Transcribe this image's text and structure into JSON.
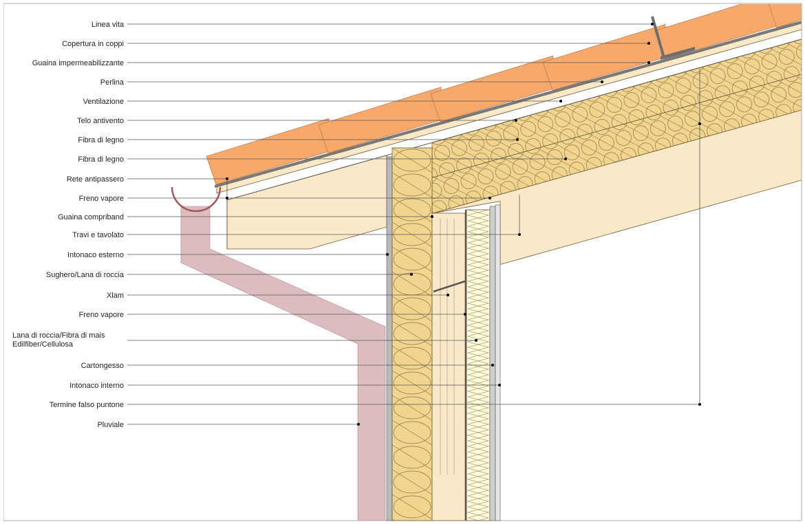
{
  "diagram": {
    "labels": [
      "Linea vita",
      "Copertura in coppi",
      "Guaina impermeabilizzante",
      "Perlina",
      "Ventilazione",
      "Telo antivento",
      "Fibra di legno",
      "Fibra di legno",
      "Rete antipassero",
      "Freno vapore",
      "Guaina compriband",
      "Travi e tavolato",
      "Intonaco esterno",
      "Sughero/Lana di roccia",
      "Xlam",
      "Freno vapore",
      "Lana di roccia/Fibra di mais",
      "Cartongesso",
      "Intonaco interno",
      "Termine falso puntone",
      "Pluviale"
    ],
    "label_line2": "Edilfiber/Cellulosa",
    "colors": {
      "tiles": "#f7a96c",
      "insulation": "#f1d58f",
      "wood": "#fae9c9",
      "soft_insulation": "#fdfbd9",
      "plaster": "#b9b9b9",
      "downpipe": "#ddbcbf",
      "membrane": "#7a7a7a"
    }
  }
}
